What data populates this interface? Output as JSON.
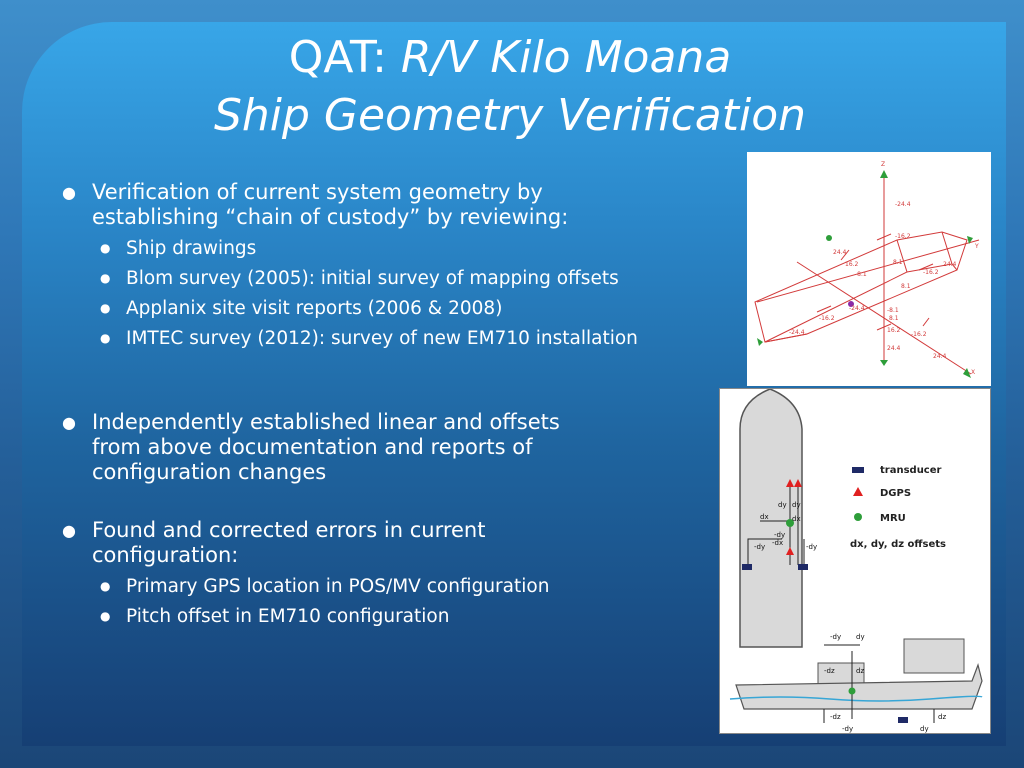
{
  "title": {
    "line1_prefix": "QAT: ",
    "line1_italic": "R/V Kilo Moana",
    "line2": "Ship Geometry Verification"
  },
  "bullets": [
    {
      "text": "Verification of current system geometry by establishing “chain of custody” by reviewing:",
      "subs": [
        "Ship drawings",
        "Blom survey (2005): initial survey of mapping offsets",
        "Applanix site visit reports (2006 & 2008)",
        "IMTEC survey (2012): survey of new EM710 installation"
      ]
    },
    {
      "text": "Independently established linear and offsets from above documentation and reports of configuration changes",
      "subs": []
    },
    {
      "text": "Found and corrected errors in current configuration:",
      "subs": [
        "Primary GPS location in POS/MV configuration",
        "Pitch offset in EM710 configuration"
      ]
    }
  ],
  "diagram_top": {
    "axis_z": "Z",
    "axis_y": "Y",
    "axis_x": "X",
    "labels": [
      "-24.4",
      "-16.2",
      "24.4",
      "16.2",
      "8.1",
      "-8.1",
      "-24.4",
      "24.4",
      "-16.2",
      "8.1",
      "-8.1",
      "8.1",
      "-24.4",
      "-16.2",
      "16.2",
      "24.4",
      "-16.2",
      "24.4"
    ]
  },
  "diagram_bottom": {
    "legend": {
      "transducer": "transducer",
      "dgps": "DGPS",
      "mru": "MRU",
      "offsets": "dx, dy, dz offsets"
    },
    "plan_labels": {
      "dy1": "dy",
      "dy2": "dy",
      "dx1": "dx",
      "dx2": "dx",
      "ndy": "-dy",
      "ndy2": "-dy",
      "ndx": "-dx",
      "ndy_right": "-dy"
    },
    "profile_labels": {
      "ndy_top": "-dy",
      "dy_top": "dy",
      "ndz": "-dz",
      "dz": "dz",
      "ndz_bottom": "-dz",
      "dz_bottom": "dz",
      "ndy_bottom": "-dy",
      "dy_bottom": "dy"
    },
    "colors": {
      "transducer": "#1f2a66",
      "dgps": "#e02020",
      "mru": "#2e9e3a"
    }
  }
}
